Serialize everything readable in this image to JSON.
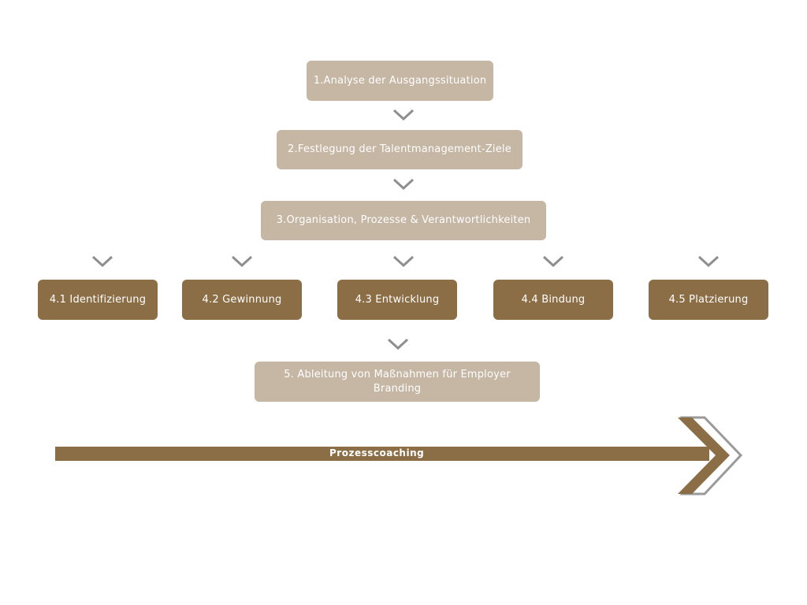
{
  "steps": {
    "step1": "1.Analyse der Ausgangssituation",
    "step2": "2.Festlegung der Talentmanagement-Ziele",
    "step3": "3.Organisation, Prozesse & Verantwortlichkeiten",
    "step4_1": "4.1 Identifizierung",
    "step4_2": "4.2 Gewinnung",
    "step4_3": "4.3 Entwicklung",
    "step4_4": "4.4 Bindung",
    "step4_5": "4.5 Platzierung",
    "step5": "5. Ableitung von Maßnahmen für Employer Branding"
  },
  "arrow": {
    "label": "Prozesscoaching"
  },
  "colors": {
    "light_box": "#c6b6a4",
    "dark_box": "#8b6e45",
    "chevron": "#8e8e8e",
    "arrow_outline": "#9a9a9a"
  }
}
